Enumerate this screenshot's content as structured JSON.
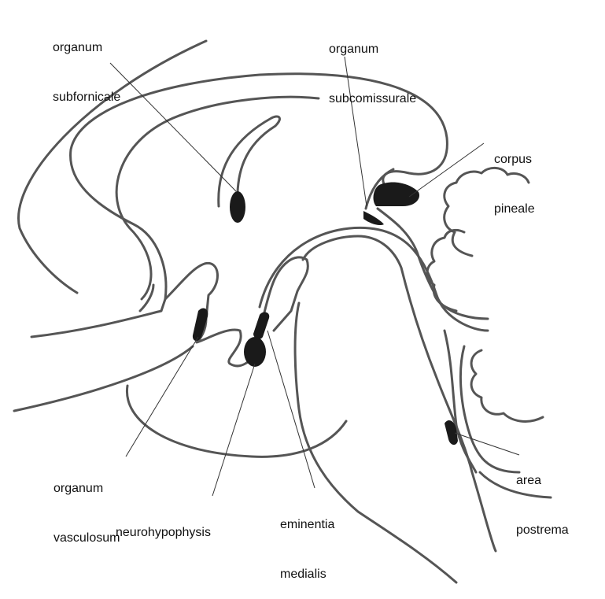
{
  "labels": {
    "organum_subfornicale": [
      "organum",
      "subfornicale"
    ],
    "organum_subcomissurale": [
      "organum",
      "subcomissurale"
    ],
    "corpus_pineale": [
      "corpus",
      "pineale"
    ],
    "organum_vasculosum": [
      "organum",
      "vasculosum"
    ],
    "neurohypophysis": [
      "neurohypophysis"
    ],
    "eminentia_medialis": [
      "eminentia",
      "medialis"
    ],
    "area_postrema": [
      "area",
      "postrema"
    ]
  },
  "colors": {
    "outline": "#555555",
    "organ": "#1a1a1a",
    "leader": "#333333",
    "text": "#111111"
  }
}
